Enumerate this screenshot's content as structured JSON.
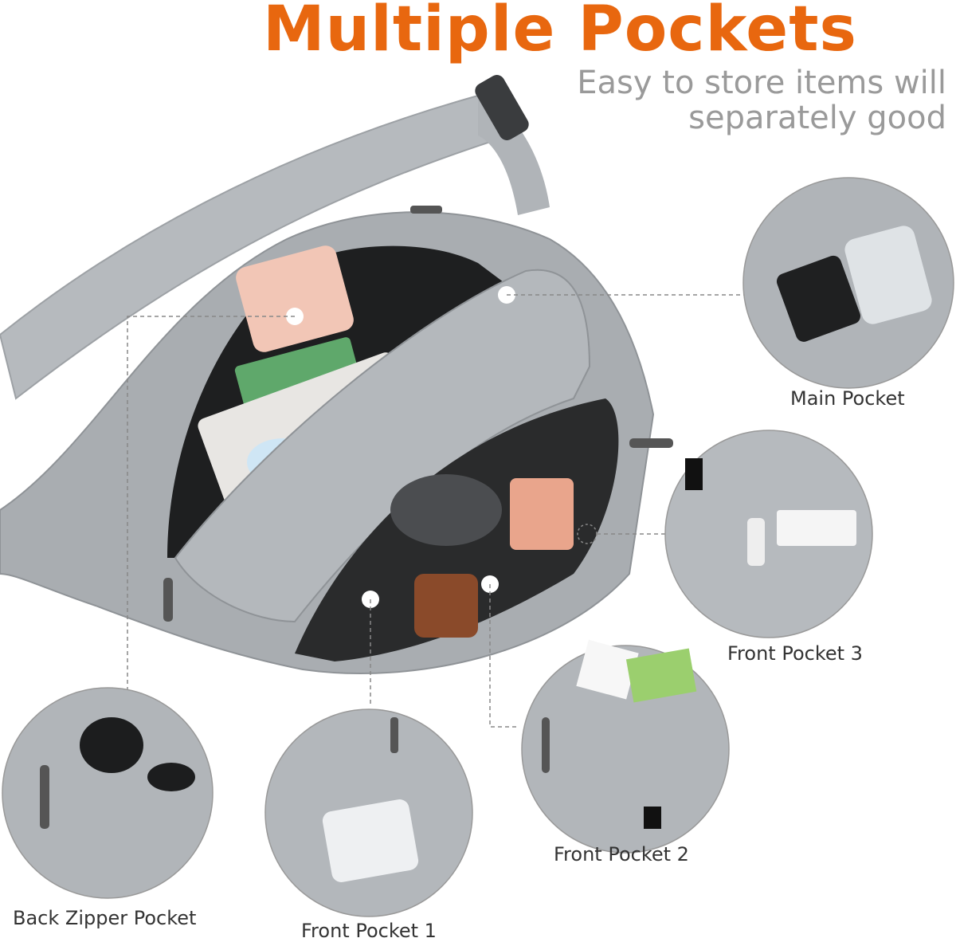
{
  "header": {
    "title": "Multiple Pockets",
    "subtitle_line1": "Easy to store items will",
    "subtitle_line2": "separately good"
  },
  "pockets": {
    "main": "Main Pocket",
    "front3": "Front Pocket 3",
    "front2": "Front Pocket 2",
    "front1": "Front Pocket 1",
    "back": "Back Zipper Pocket"
  },
  "colors": {
    "accent": "#e8670f",
    "bag": "#a9adb1",
    "subtitle": "#9a9a9a"
  }
}
